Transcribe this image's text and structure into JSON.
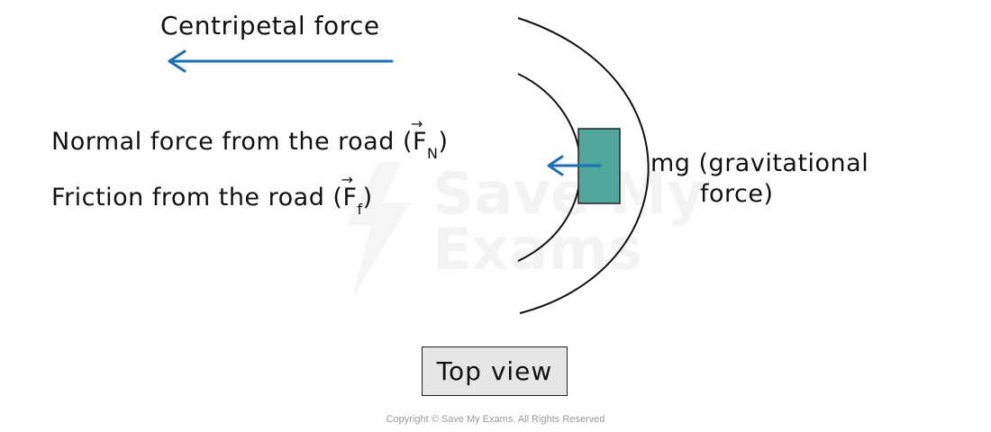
{
  "labels": {
    "centripetal": "Centripetal force",
    "normal_prefix": "Normal  force  from  the  road (",
    "normal_symbol": "F",
    "normal_subscript": "N",
    "normal_suffix": ")",
    "friction_prefix": "Friction  from  the  road (",
    "friction_symbol": "F",
    "friction_subscript": "f",
    "friction_suffix": ")",
    "vector_arrow": "→",
    "gravity_line1": "mg (gravitational",
    "gravity_line2": "force)",
    "top_view": "Top view"
  },
  "watermark": {
    "line1": "Save My",
    "line2": "Exams"
  },
  "footer": {
    "copyright": "Copyright © Save My Exams. All Rights Reserved"
  },
  "colors": {
    "arrow": "#1a6fb5",
    "car_fill": "#4fa89a",
    "line": "#111111"
  }
}
